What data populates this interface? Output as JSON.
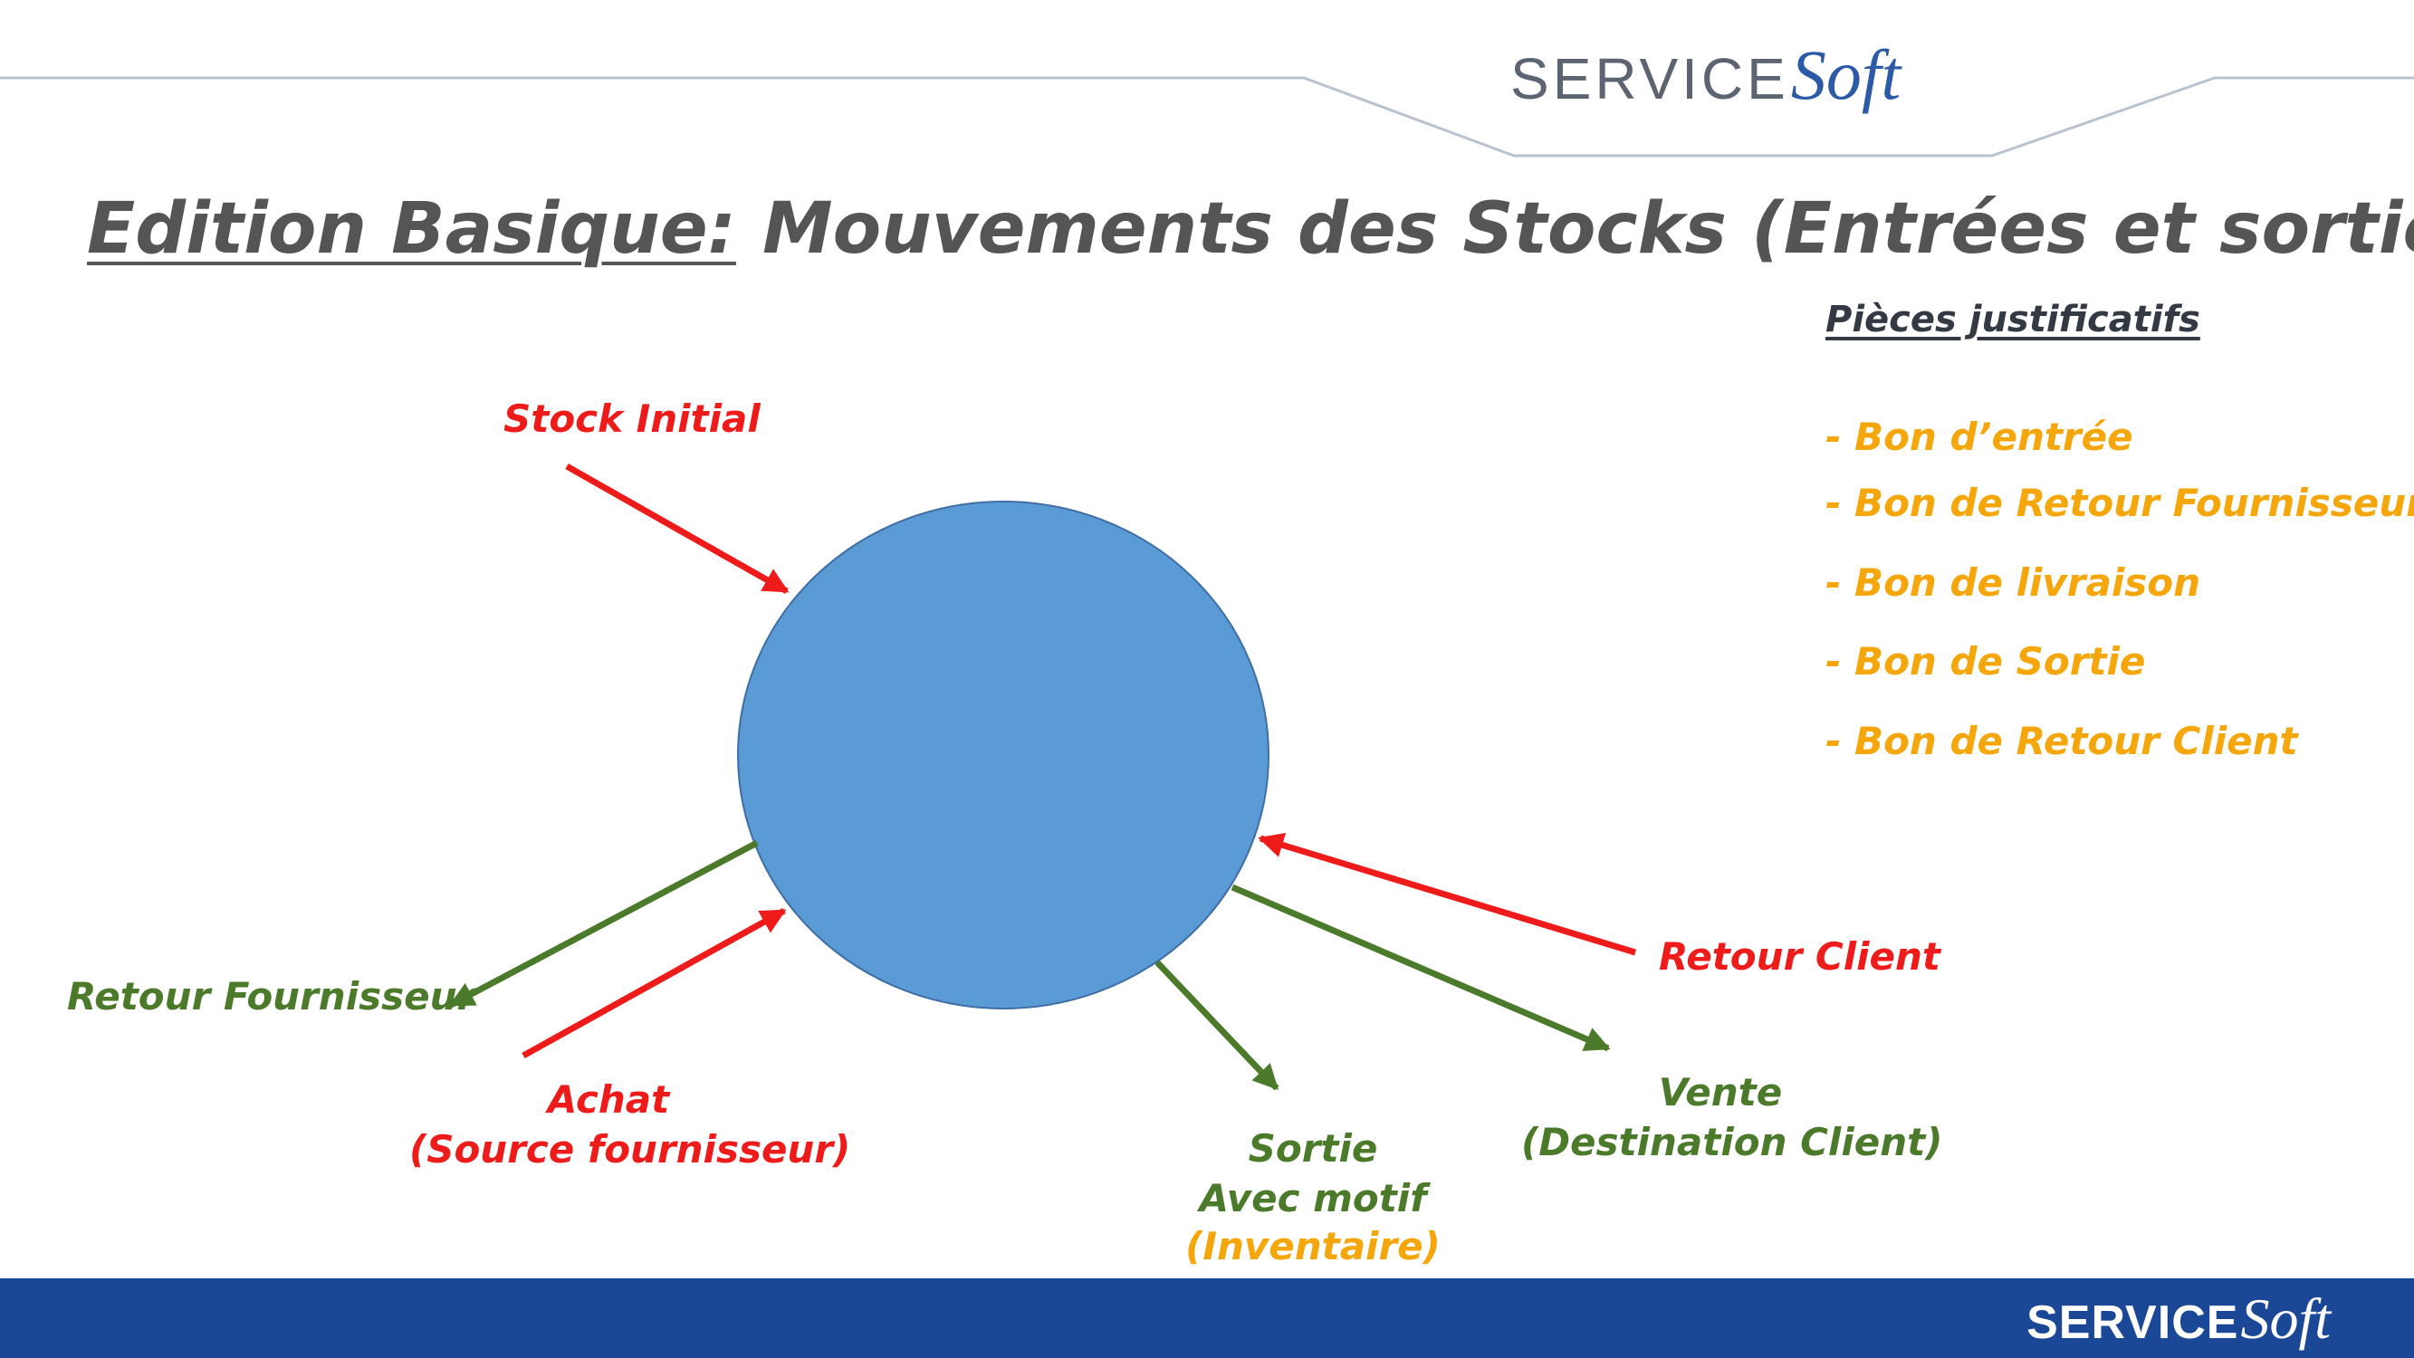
{
  "brand": {
    "part1": "SERVICE",
    "part2": "Soft"
  },
  "title": {
    "edition": "Edition Basique:",
    "subject": "Mouvements des Stocks (Entrées et sorties)"
  },
  "flows": {
    "stock_initial": "Stock Initial",
    "retour_fournisseur": "Retour Fournisseur",
    "achat": "Achat",
    "achat_sub": "(Source fournisseur)",
    "sortie": "Sortie",
    "sortie_motif": "Avec motif",
    "sortie_inventaire": "(Inventaire)",
    "vente": "Vente",
    "vente_sub": "(Destination Client)",
    "retour_client": "Retour Client"
  },
  "documents": {
    "title": "Pièces justificatifs",
    "items": [
      "- Bon d’entrée",
      "- Bon de Retour Fournisseur",
      "- Bon de livraison",
      "- Bon de Sortie",
      "- Bon de Retour Client"
    ]
  },
  "colors": {
    "stock_circle": "#5b9bd5",
    "entry_arrow": "#ee1b1b",
    "exit_arrow": "#4b7a2b",
    "documents": "#f5a60a",
    "footer": "#1a4796"
  }
}
